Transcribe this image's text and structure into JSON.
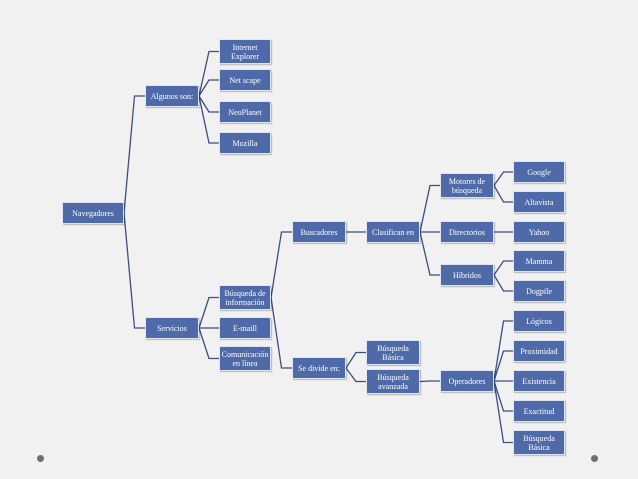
{
  "diagram": {
    "root": "Navegadores",
    "branch_examples": "Algunos son:",
    "examples": [
      "Internet Explorer",
      "Net scape",
      "NeoPlanet",
      "Mozilla"
    ],
    "branch_services": "Servicios",
    "services": [
      "Búsqueda de información",
      "E-maill",
      "Comunicación en línea"
    ],
    "buscadores": "Buscadores",
    "clasifican": "Clasifican en",
    "motores": "Motores de búsqueda",
    "motores_items": [
      "Google",
      "Altavista"
    ],
    "directorios": "Directorios",
    "directorios_items": [
      "Yahoo"
    ],
    "hibridos": "Híbridos",
    "hibridos_items": [
      "Mamma",
      "Dogpile"
    ],
    "se_divide": "Se divide en:",
    "busqueda_basica": "Búsqueda Básica",
    "busqueda_avanzada": "Búsqueda avanzada",
    "operadores": "Operadores",
    "operadores_items": [
      "Lógicos",
      "Proximidad",
      "Existencia",
      "Exactitud",
      "Búsqueda Básica"
    ]
  },
  "colors": {
    "node_fill": "#4f6aa8",
    "connector": "#3d4e7e",
    "background": "#f1f1f1"
  }
}
